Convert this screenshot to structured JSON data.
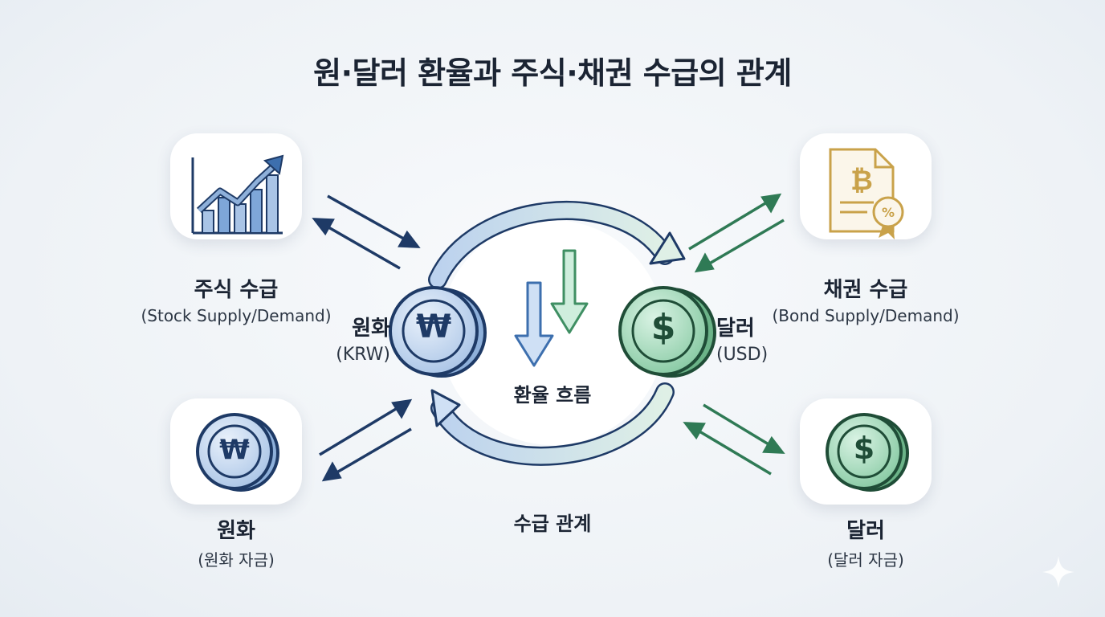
{
  "title": "원·달러 환율과 주식·채권 수급의 관계",
  "stock": {
    "name": "주식 수급",
    "sub": "(Stock Supply/Demand)",
    "icon": "rising-bar-chart-icon"
  },
  "bond": {
    "name": "채권 수급",
    "sub": "(Bond Supply/Demand)",
    "icon": "bond-certificate-icon"
  },
  "krw_coin": {
    "name": "원화",
    "sub": "(KRW)",
    "symbol": "₩"
  },
  "usd_coin": {
    "name": "달러",
    "sub": "(USD)",
    "symbol": "$"
  },
  "krw_funds": {
    "name": "원화",
    "sub": "(원화 자금)",
    "symbol": "₩"
  },
  "usd_funds": {
    "name": "달러",
    "sub": "(달러 자금)",
    "symbol": "$"
  },
  "center": {
    "flow_label": "환율 흐름",
    "relation_label": "수급 관계"
  },
  "colors": {
    "blue": "#3d6fae",
    "blue_light": "#cfe0f5",
    "green": "#3f8f63",
    "green_light": "#cfeedd",
    "gold": "#c9a24a",
    "navy": "#1e3a66"
  }
}
